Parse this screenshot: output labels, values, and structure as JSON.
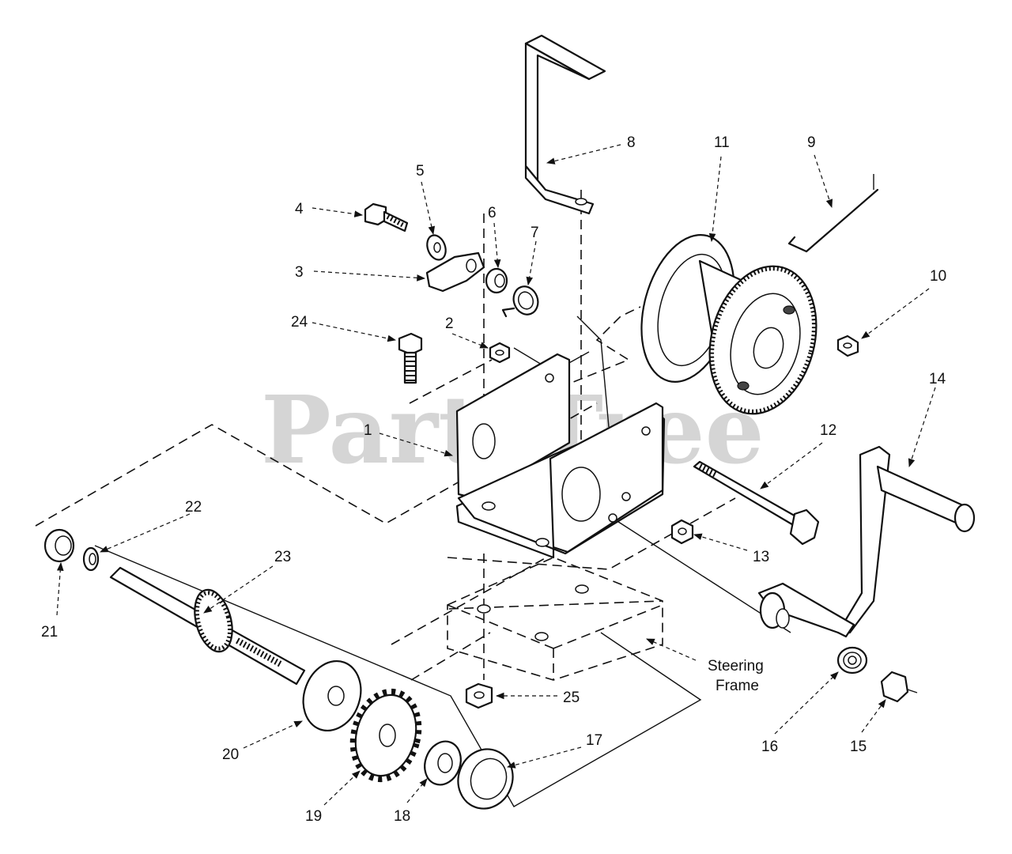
{
  "watermark": "PartsTree",
  "frame_label": {
    "line1": "Steering",
    "line2": "Frame"
  },
  "callouts": {
    "c1": "1",
    "c2": "2",
    "c3": "3",
    "c4": "4",
    "c5": "5",
    "c6": "6",
    "c7": "7",
    "c8": "8",
    "c9": "9",
    "c10": "10",
    "c11": "11",
    "c12": "12",
    "c13": "13",
    "c14": "14",
    "c15": "15",
    "c16": "16",
    "c17": "17",
    "c18": "18",
    "c19": "19",
    "c20": "20",
    "c21": "21",
    "c22": "22",
    "c23": "23",
    "c24": "24",
    "c25": "25"
  }
}
